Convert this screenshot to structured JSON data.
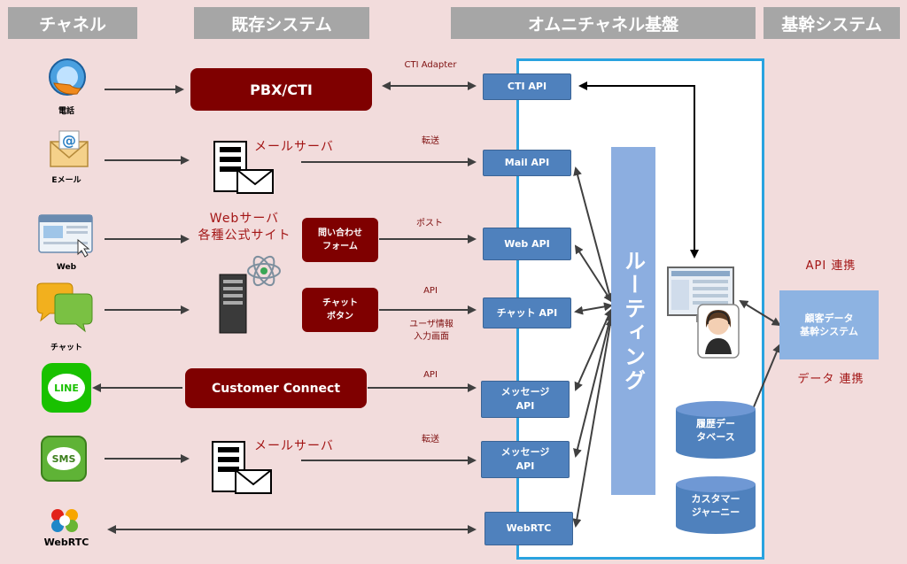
{
  "headers": {
    "channel": "チャネル",
    "existing": "既存システム",
    "omni": "オムニチャネル基盤",
    "core": "基幹システム"
  },
  "channels": {
    "phone": "電話",
    "email": "Eメール",
    "web": "Web",
    "chat": "チャット",
    "line_logo": "LINE",
    "sms_logo": "SMS",
    "webrtc": "WebRTC"
  },
  "existing": {
    "pbx": "PBX/CTI",
    "mail_server_1": "メールサーバ",
    "web_server": "Webサーバ\n各種公式サイト",
    "inquiry_form": "問い合わせ\nフォーム",
    "chat_button": "チャット\nボタン",
    "customer_connect": "Customer Connect",
    "mail_server_2": "メールサーバ"
  },
  "connection_labels": {
    "cti_adapter": "CTI Adapter",
    "transfer_1": "転送",
    "post": "ポスト",
    "api_chat": "API",
    "user_info": "ユーザ情報\n入力画面",
    "api_line": "API",
    "transfer_2": "転送"
  },
  "apis": {
    "cti": "CTI API",
    "mail": "Mail API",
    "web": "Web API",
    "chat": "チャット API",
    "message1": "メッセージ\nAPI",
    "message2": "メッセージ\nAPI",
    "webrtc": "WebRTC"
  },
  "routing": "ルーティング",
  "databases": {
    "history": "履歴デー\nタベース",
    "journey": "カスタマー\nジャーニー"
  },
  "core_system": {
    "box": "顧客データ\n基幹システム",
    "api_link": "API 連携",
    "data_link": "データ 連携"
  },
  "colors": {
    "background": "#f2dcdc",
    "header": "#a6a6a6",
    "api_box": "#4f81bd",
    "dark_red": "#7f0000",
    "panel_border": "#29a3e0",
    "routing": "#8caee0"
  }
}
